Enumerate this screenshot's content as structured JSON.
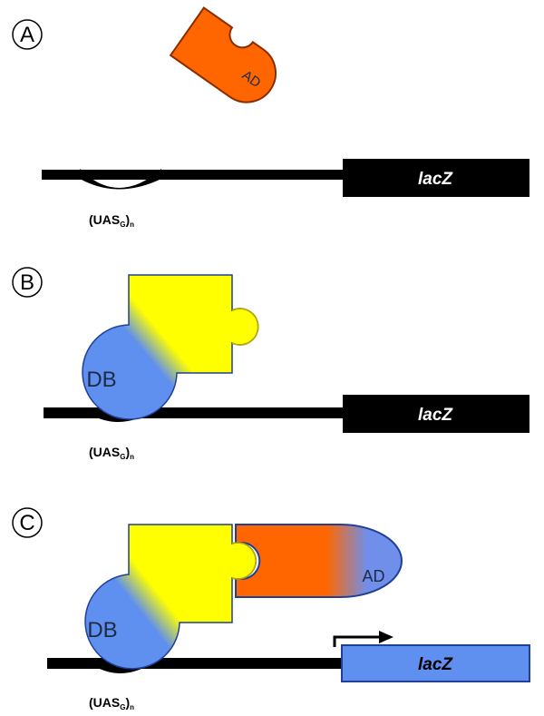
{
  "panels": {
    "a": {
      "letter": "A",
      "ad_label": "AD",
      "lacz_label": "lacZ"
    },
    "b": {
      "letter": "B",
      "db_label": "DB",
      "lacz_label": "lacZ"
    },
    "c": {
      "letter": "C",
      "db_label": "DB",
      "ad_label": "AD",
      "lacz_label": "lacZ"
    }
  },
  "uas_label": {
    "main": "(UAS",
    "sub": "G",
    "close": ")",
    "n": "n"
  },
  "colors": {
    "activation_domain": "#ff6600",
    "bait": "#ffff00",
    "binding_domain": "#5f8fef",
    "dna": "#000000",
    "reporter_active": "#5f8fef"
  }
}
